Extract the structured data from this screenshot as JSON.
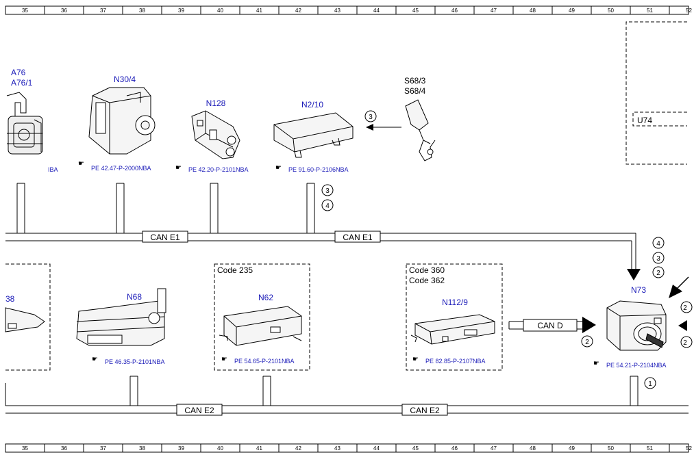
{
  "grid": {
    "columns": [
      "35",
      "36",
      "37",
      "38",
      "39",
      "40",
      "41",
      "42",
      "43",
      "44",
      "45",
      "46",
      "47",
      "48",
      "49",
      "50",
      "51",
      "52"
    ]
  },
  "colors": {
    "label_blue": "#1a1ab8",
    "line": "#000000"
  },
  "components": {
    "a76": {
      "label_1": "A76",
      "label_2": "A76/1",
      "ref": "IBA",
      "icon": "ignition-lock-component-icon"
    },
    "n30_4": {
      "label": "N30/4",
      "ref": "PE 42.47-P-2000NBA",
      "icon": "abs-hydraulic-unit-icon"
    },
    "n128": {
      "label": "N128",
      "ref": "PE 42.20-P-2101NBA",
      "icon": "connector-module-icon"
    },
    "n2_10": {
      "label": "N2/10",
      "ref": "PE 91.60-P-2106NBA",
      "icon": "control-unit-box-icon"
    },
    "s68": {
      "label_1": "S68/3",
      "label_2": "S68/4",
      "icon": "seat-belt-buckle-icon"
    },
    "u74": {
      "label": "U74"
    },
    "unit_38": {
      "label": "38",
      "icon": "control-unit-box-icon"
    },
    "n68": {
      "label": "N68",
      "ref": "PE 46.35-P-2101NBA",
      "icon": "steering-lock-module-icon"
    },
    "n62": {
      "code": "Code 235",
      "label": "N62",
      "ref": "PE 54.65-P-2101NBA",
      "icon": "control-unit-box-icon"
    },
    "n112_9": {
      "code_1": "Code 360",
      "code_2": "Code 362",
      "label": "N112/9",
      "ref": "PE 82.85-P-2107NBA",
      "icon": "control-unit-box-icon"
    },
    "n73": {
      "label": "N73",
      "ref": "PE 54.21-P-2104NBA",
      "icon": "electronic-ignition-switch-icon"
    }
  },
  "buses": {
    "can_e1_left": "CAN E1",
    "can_e1_right": "CAN E1",
    "can_e2_left": "CAN E2",
    "can_e2_right": "CAN E2",
    "can_d": "CAN D"
  },
  "markers": {
    "s68_arrow": "3",
    "n2_stack_top": "3",
    "n2_stack_bottom": "4",
    "n73_stack_top": "4",
    "n73_stack_mid": "3",
    "n73_stack_bottom": "2",
    "n73_right_upper": "2",
    "n73_can_d": "2",
    "n73_right_lower": "2",
    "n73_bottom": "1"
  }
}
